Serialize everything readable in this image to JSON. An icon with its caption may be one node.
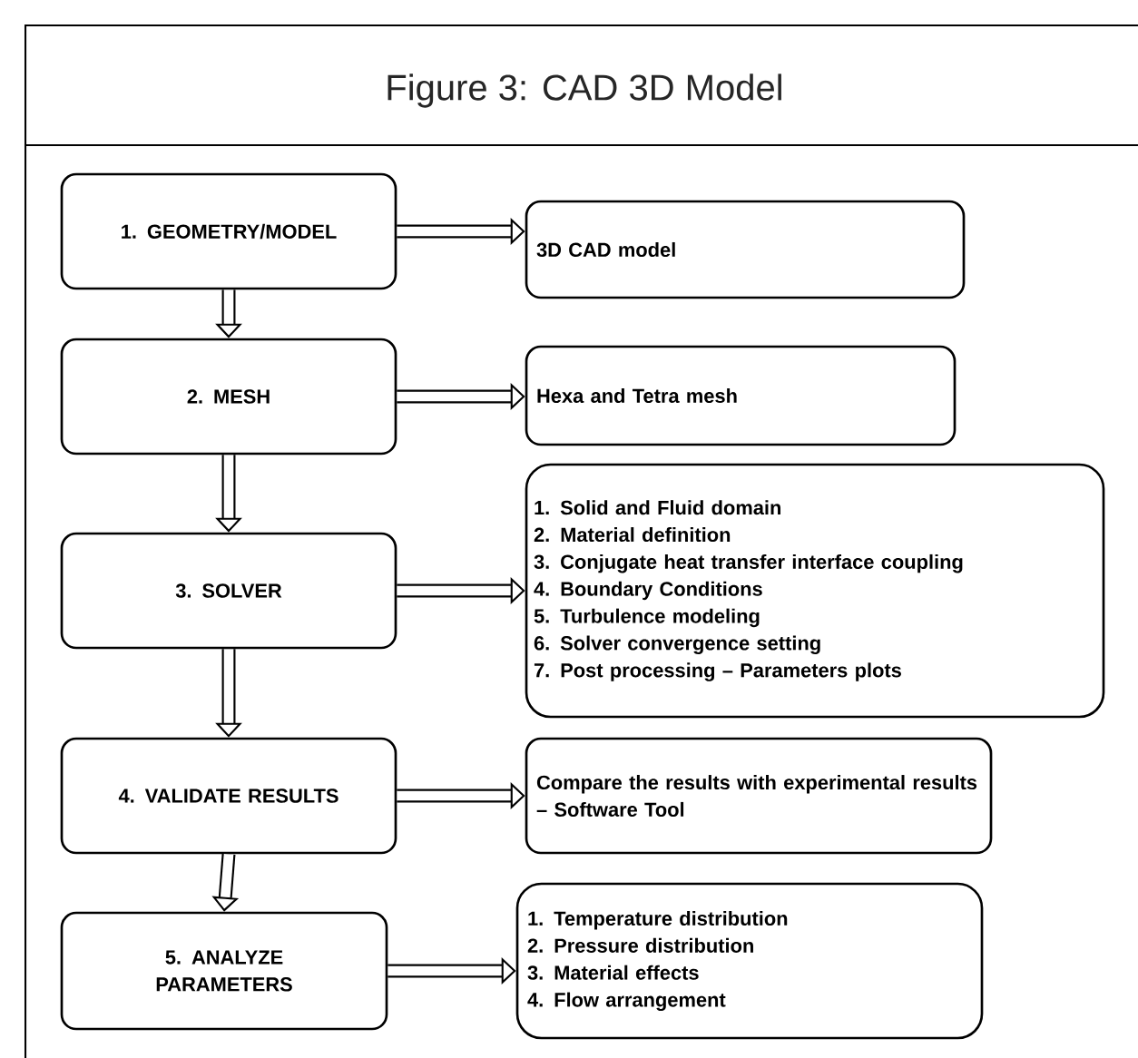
{
  "diagram": {
    "title": "Figure 3: CAD 3D Model",
    "nodes": [
      {
        "text": [
          "1. GEOMETRY/MODEL"
        ]
      },
      {
        "text": [
          "3D CAD model"
        ]
      },
      {
        "text": [
          "2. MESH"
        ]
      },
      {
        "text": [
          "Hexa and Tetra mesh"
        ]
      },
      {
        "text": [
          "3. SOLVER"
        ]
      },
      {
        "text": [
          "1. Solid and Fluid domain",
          "2. Material definition",
          "3. Conjugate heat transfer interface coupling",
          "4. Boundary Conditions",
          "5. Turbulence modeling",
          "6. Solver convergence setting",
          "7. Post processing – Parameters plots"
        ]
      },
      {
        "text": [
          "4. VALIDATE RESULTS"
        ]
      },
      {
        "text": [
          "Compare the results with experimental results – Software Tool"
        ]
      },
      {
        "text": [
          "5. ANALYZE PARAMETERS"
        ]
      },
      {
        "text": [
          "1. Temperature distribution",
          "2. Pressure distribution",
          "3. Material effects",
          "4. Flow arrangement"
        ]
      }
    ],
    "edges": [
      {
        "from": 0,
        "to": 1,
        "arrow": "to"
      },
      {
        "from": 0,
        "to": 2,
        "arrow": "to"
      },
      {
        "from": 2,
        "to": 3,
        "arrow": "to"
      },
      {
        "from": 2,
        "to": 4,
        "arrow": "to"
      },
      {
        "from": 4,
        "to": 5,
        "arrow": "to"
      },
      {
        "from": 4,
        "to": 6,
        "arrow": "to"
      },
      {
        "from": 6,
        "to": 7,
        "arrow": "to"
      },
      {
        "from": 6,
        "to": 8,
        "arrow": "to"
      },
      {
        "from": 8,
        "to": 9,
        "arrow": "to"
      }
    ]
  }
}
